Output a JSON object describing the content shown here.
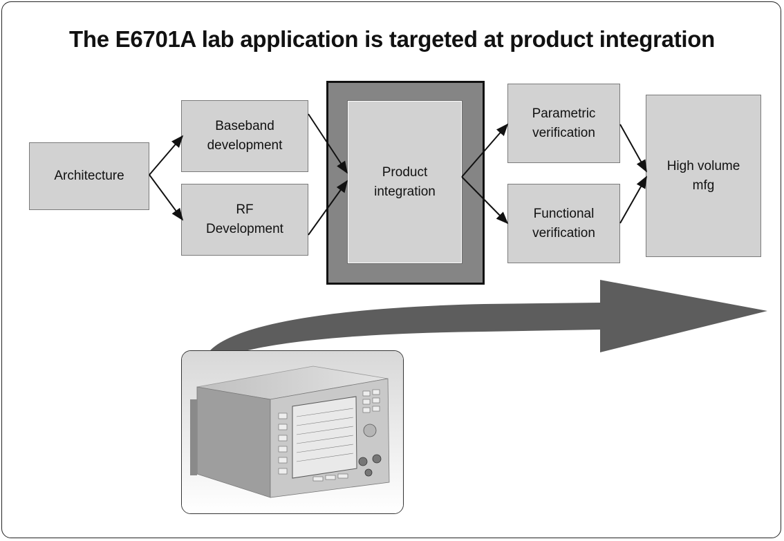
{
  "title": "The E6701A lab application is targeted at product integration",
  "boxes": {
    "architecture": "Architecture",
    "baseband": "Baseband\ndevelopment",
    "rf": "RF\nDevelopment",
    "product": "Product\nintegration",
    "parametric": "Parametric\nverification",
    "functional": "Functional\nverification",
    "high_volume": "High volume\nmfg"
  },
  "colors": {
    "box_fill": "#d2d2d2",
    "highlight_frame": "#858585",
    "arrow": "#5a5a5a"
  },
  "icons": {
    "instrument": "test-instrument-photo-icon"
  }
}
